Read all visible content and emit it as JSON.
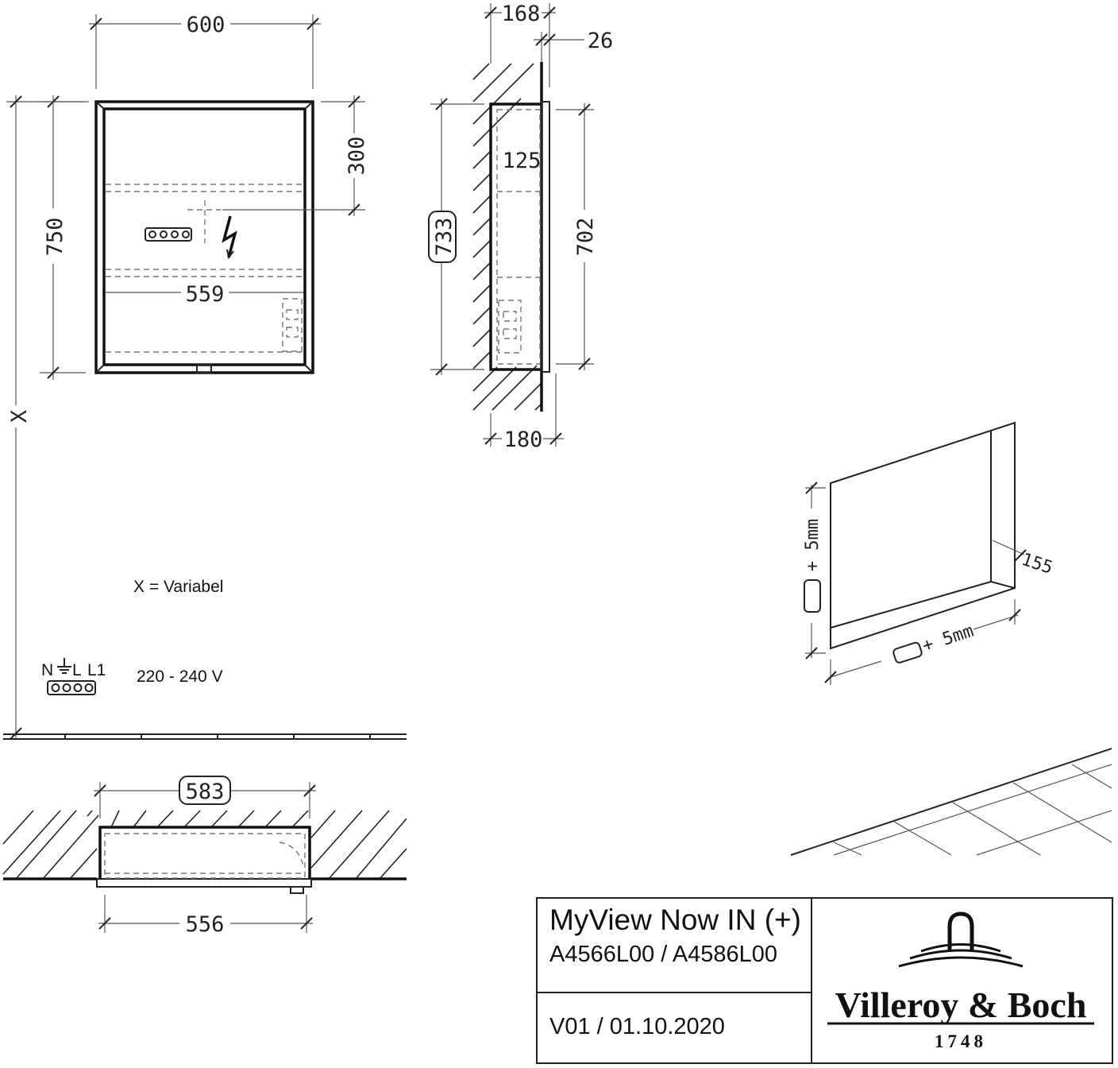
{
  "dimensions": {
    "front_width": "600",
    "front_height": "750",
    "outlet_from_top": "300",
    "inner_width": "559",
    "variable_height": "X",
    "side_depth_top": "168",
    "door_thickness": "26",
    "shelf_depth": "125",
    "recess_height_boxed": "733",
    "cabinet_height": "702",
    "side_depth_bottom": "180",
    "recess_width_boxed": "583",
    "plan_inner_width": "556",
    "recess_depth_iso": "155",
    "tolerance_height": "+ 5mm",
    "tolerance_width": "+ 5mm"
  },
  "notes": {
    "variable": "X = Variabel",
    "terminal_label_n": "N",
    "terminal_label_l": "L",
    "terminal_label_l1": "L1",
    "voltage": "220 - 240 V"
  },
  "title_block": {
    "product_name": "MyView Now IN (+)",
    "article_numbers": "A4566L00 / A4586L00",
    "version_date": "V01 / 01.10.2020",
    "brand_name": "Villeroy & Boch",
    "brand_year": "1748"
  },
  "icons": {
    "lightning": "lightning-icon",
    "ground": "ground-symbol-icon",
    "terminal_block": "terminal-block-icon",
    "brand_logo": "villeroy-boch-logo-icon"
  }
}
